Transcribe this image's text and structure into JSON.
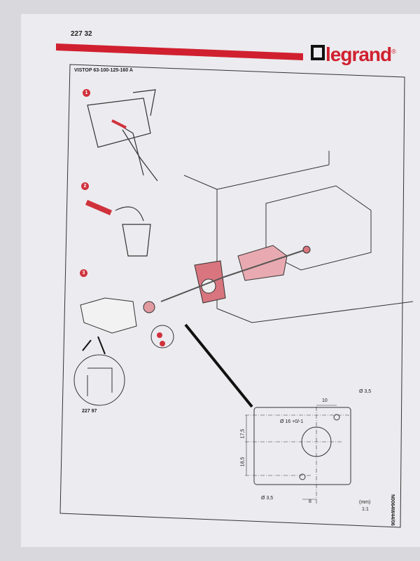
{
  "document": {
    "reference": "227 32",
    "brand": "legrand",
    "brand_mark": "®",
    "model": "VISTOP 63-100-125-160 A",
    "steps": [
      "1",
      "2",
      "3"
    ],
    "accessory_ref": "227 97",
    "drawing_code": "N0064W44/06",
    "accent_color": "#d0202f",
    "drilling_template": {
      "hole_top": "Ø 3,5",
      "hole_bottom": "Ø 3,5",
      "center_hole": "Ø 16 +0/-1",
      "dim_top": "10",
      "dim_bottom": "8",
      "dim_upper_left": "17,5",
      "dim_lower_left": "18,5",
      "unit": "(mm)",
      "scale": "1:1"
    }
  }
}
